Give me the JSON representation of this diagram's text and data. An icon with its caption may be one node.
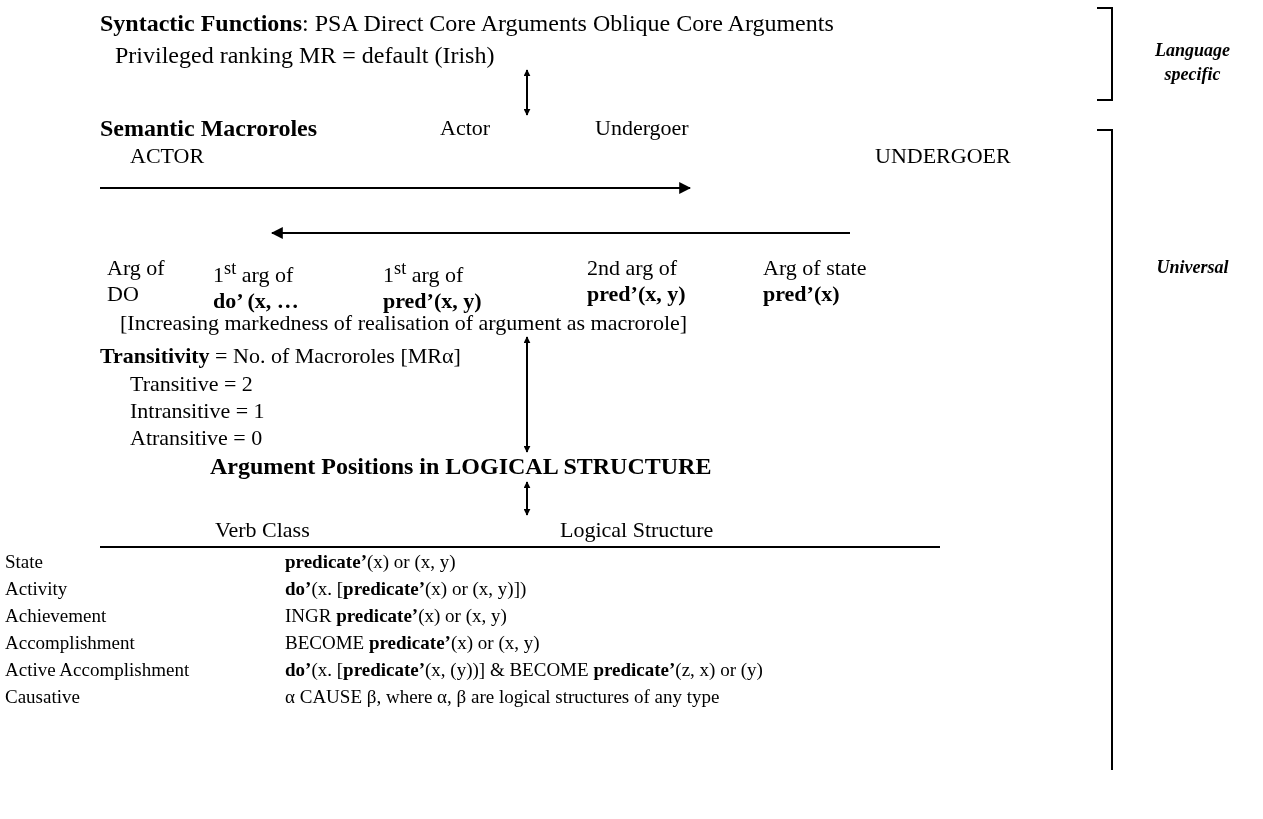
{
  "diagram": {
    "nodes": [
      {
        "text": [
          "**Syntactic Functions**: PSA Direct Core Arguments Oblique Core Arguments",
          "Privileged ranking MR = default (Irish)"
        ]
      },
      {
        "text": [
          "Semantic Macroroles",
          "Actor",
          "Undergoer",
          "ACTOR",
          "UNDERGOER",
          "Arg of DO",
          "1$^{st}$ arg of **do’ (x, …**",
          "1$^{st}$ arg of **pred’(x, y)**",
          "2nd arg of **pred’(x, y)**",
          "Arg of state **pred’(x)**",
          "[Increasing markedness of realisation of argument as macrorole]"
        ]
      },
      {
        "text": [
          "Argument Positions in LOGICAL STRUCTURE"
        ]
      },
      {
        "text": [
          "Verb Class",
          "Logical Structure"
        ]
      }
    ],
    "edges": [
      {
        "from": 0,
        "to": 1,
        "arrow": "both"
      },
      {
        "from": 1,
        "to": 2,
        "arrow": "both"
      },
      {
        "from": 2,
        "to": 3,
        "arrow": "both"
      }
    ],
    "labels": [
      "Language specific",
      "Universal",
      "**Transitivity** = No. of Macroroles [MRα]",
      "Transitive = 2",
      "Intransitive = 1",
      "Atransitive = 0",
      "State",
      "**predicate’**(x) or (x, y)",
      "Activity",
      "**do’**(x. [**predicate’**(x) or (x, y)])",
      "Achievement",
      "INGR **predicate’**(x) or (x, y)",
      "Accomplishment",
      "BECOME **predicate’**(x) or (x, y)",
      "Active Accomplishment",
      "**do’**(x. [**predicate’**(x, (y))] & BECOME **predicate’**(z, x) or (y)",
      "Causative",
      "α CAUSE β, where α, β are logical structures of any type"
    ]
  }
}
